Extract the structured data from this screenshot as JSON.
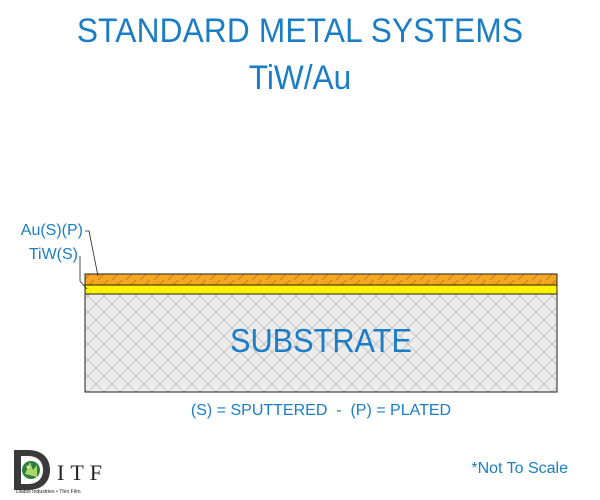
{
  "title": {
    "line1": "STANDARD METAL SYSTEMS",
    "line2": "TiW/Au"
  },
  "layers": [
    {
      "label": "Au(S)(P)",
      "color": "#f5a623"
    },
    {
      "label": "TiW(S)",
      "color": "#fff200"
    }
  ],
  "substrate": {
    "label": "SUBSTRATE",
    "color": "#e8e8e8"
  },
  "legend": "(S) = SPUTTERED  -  (P) = PLATED",
  "note": "*Not To Scale",
  "logo": {
    "letters": "DITF",
    "caption": "Diablo Industries • Thin Film",
    "icon": "diablo-logo-icon"
  },
  "colors": {
    "accent": "#1a7dc6",
    "outline": "#222222",
    "hatch": "#b8b8b8"
  }
}
